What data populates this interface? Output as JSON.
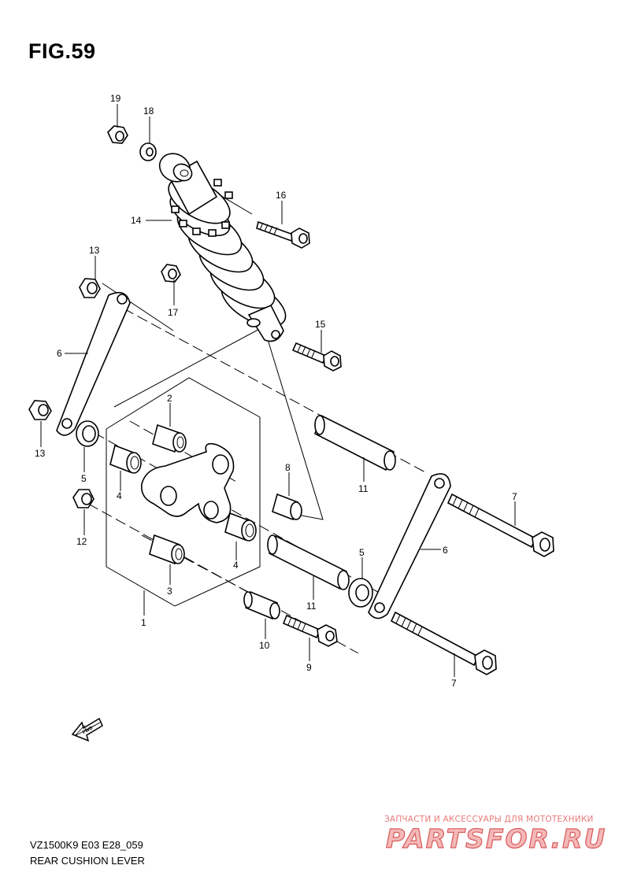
{
  "figure": {
    "title": "FIG.59"
  },
  "footer": {
    "model_code": "VZ1500K9 E03 E28_059",
    "section_name": "REAR CUSHION LEVER"
  },
  "watermark": {
    "tagline": "ЗАПЧАСТИ И АКСЕССУАРЫ ДЛЯ МОТОТЕХНИКИ",
    "brand": "PARTSFOR.RU"
  },
  "fwd_badge": {
    "text": "FWD"
  },
  "callouts": {
    "c1": "1",
    "c2": "2",
    "c3": "3",
    "c4a": "4",
    "c4b": "4",
    "c5a": "5",
    "c5b": "5",
    "c6a": "6",
    "c6b": "6",
    "c7a": "7",
    "c7b": "7",
    "c8": "8",
    "c9": "9",
    "c10": "10",
    "c11a": "11",
    "c11b": "11",
    "c12": "12",
    "c13a": "13",
    "c13b": "13",
    "c14": "14",
    "c15": "15",
    "c16": "16",
    "c17": "17",
    "c18": "18",
    "c19": "19"
  },
  "colors": {
    "line": "#000000",
    "watermark_red": "#d85a5a",
    "watermark_fill": "#f4b8b8"
  }
}
